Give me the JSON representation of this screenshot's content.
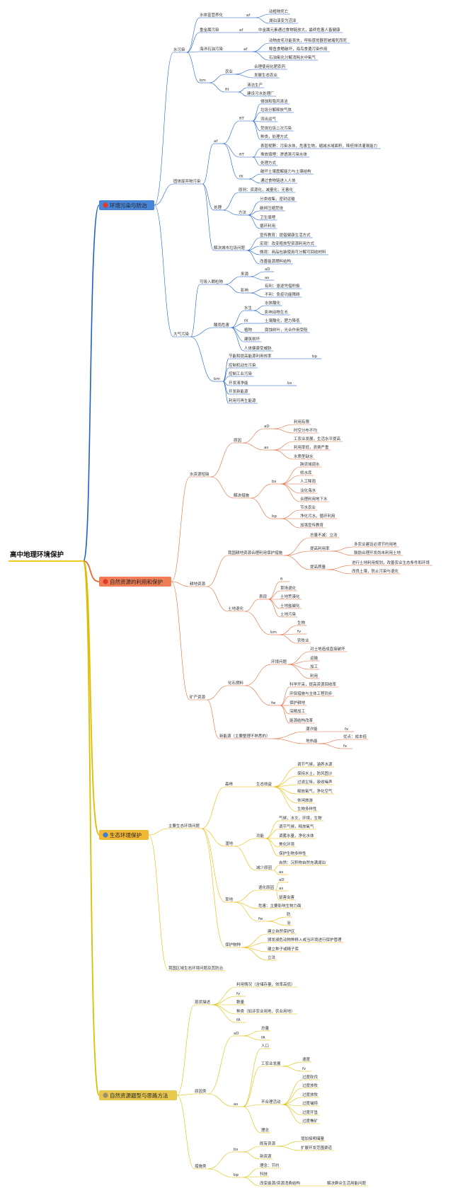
{
  "root": "高中地理环境保护",
  "branches": [
    {
      "label": "环境污染与防治",
      "box": "#4a86d8",
      "line": "#1f5fc8",
      "icon": "#e03a2a",
      "icon_name": "environment-icon"
    },
    {
      "label": "自然资源的利用和保护",
      "box": "#ef7d55",
      "line": "#e06a3c",
      "icon": "#e03a2a",
      "icon_name": "resource-icon"
    },
    {
      "label": "生态环境保护",
      "box": "#f0b833",
      "line": "#e8b800",
      "icon": "#3a7fd0",
      "icon_name": "ecology-icon"
    },
    {
      "label": "自然资源题型与思路方法",
      "box": "#e6c84e",
      "line": "#d9c000",
      "icon": "#9a8f6a",
      "icon_name": "method-icon"
    }
  ],
  "b1": {
    "water": "水污染",
    "eutro": "水体富营养化",
    "eutro_af": "af",
    "fish_death": "动植物死亡",
    "self_clean": "湖泊演变为沼泽",
    "heavy": "重金属污染",
    "heavy_af": "af",
    "heavy_chain": "中金属元素通过食物链放大，最终危害人畜健康",
    "oil": "海洋石油污染",
    "oil_af": "af",
    "oil_1": "动物皮毛功能丧失，呼吸感觉器官被堵死而死",
    "oil_2": "鲸鱼食鳍破坏，海鸟食遭污染作用",
    "oil_3": "石油氧化分解消耗水中氧气",
    "w_bm": "bm",
    "agri": "农业",
    "agri_1": "合理使用化肥农药",
    "agri_2": "发展生态农业",
    "w_fit": "fit",
    "fit_1": "清洁生产",
    "fit_2": "建设污水处理厂",
    "solid": "固体废弃物污染",
    "s_af": "af",
    "s_fit": "fiT",
    "s_fit_1": "侵蚀和隐风清洁",
    "s_fit_2": "垃圾分解释放气体",
    "s_fit_3": "流出运气",
    "s_fit_4": "焚烧垃圾二次污染",
    "s_fit_5": "种类，处理方式",
    "s_ft": "fiT",
    "s_ft_1": "表层视野：污染水体，危害生物，缩减水域面积，降低排洪灌溉能力",
    "s_ft_2": "堆放填埋：渗透清污染水体",
    "s_ft_3": "处理方式",
    "s_fx": "fX",
    "s_fx_1": "破坏土壤震解能力与土壤结构",
    "s_fx_2": "通过食物链进入人体",
    "treat": "处理",
    "principle": "原则：资源化，减量化，无害化",
    "method": "方法",
    "m1": "分类收集，密封运输",
    "m2": "破碎压缩焚烧",
    "m3": "卫生填埋",
    "m4": "循环利用",
    "city": "解决城市垃圾问题",
    "c1": "宣传教育：提倡健康生活方式",
    "c2": "宏观：改变粗放型资源利用方式",
    "c3": "微观：商品包装使用可分解可回收材料",
    "c4": "改善能源燃料结构",
    "air": "大气污染",
    "particle": "可吸入颗粒物",
    "source": "来源",
    "src_1": "aD",
    "src_2": "as",
    "effect": "影响",
    "eff_1": "有利：驱逐凭借积极",
    "eff_2": "不利：免疫功能障碍",
    "acid": "酸雨危害",
    "ac_water": "水生",
    "ac_w1": "水体酸化",
    "ac_w2": "影响动物生长",
    "ac_fx": "fX",
    "ac_fx1": "土壤酸化，肥力降低",
    "ac_plant": "植物",
    "ac_p1": "腐蚀树叶，光合作用受阻",
    "ac_bld": "建筑损坏",
    "ac_health": "人体健康受威胁",
    "a_bm": "bm",
    "abm_1": "节能和提高能源利用效率",
    "abm_1_bp": "bp",
    "abm_2": "控制机动车污染",
    "abm_3": "控制工业污染",
    "abm_4": "开发清净能",
    "abm_4_bs": "bs",
    "abm_5": "开发新能源",
    "abm_6": "利用可再生能源"
  },
  "b2": {
    "water_short": "水资源短缺",
    "cause": "原因",
    "c_aD": "aD",
    "c_aD_1": "利用有限",
    "c_aD_2": "时空分布不均",
    "c_as": "as",
    "c_as_1": "工农业发展，生活水平提高",
    "c_as_2": "利用率低，浪费严重",
    "c_as_3": "水质型缺水",
    "measure": "解决措施",
    "m_bs": "bs",
    "bs_1": "跨流域调水",
    "bs_2": "修水库",
    "bs_3": "人工降雨",
    "bs_4": "淡化海水",
    "bs_5": "合理利用地下水",
    "m_bp": "bp",
    "bp_1": "节水农业",
    "bp_2": "净化污水，循环利用",
    "bp_3": "加强宣传教育",
    "land": "耕地资源",
    "land_prot": "我国耕地资源合理利用保护措施",
    "total": "总量不减：立法",
    "rate": "提高利用率",
    "rate_1": "多农业建设必须节约用地",
    "rate_2": "鼓励合理开发尚未利用土地",
    "quality": "提高质量",
    "q_1": "进行土地利用规划，改善农业生态条件和环境",
    "q_2": "改良土壤，防止污染与退化",
    "degrade": "土地退化",
    "perf": "表现",
    "p_1": "fi",
    "p_2": "草场退化",
    "p_3": "土地荒漠化",
    "p_4": "土地盐碱化",
    "p_5": "土地污染",
    "d_bm": "bm",
    "bm_1": "生物",
    "bm_2": "fv",
    "bm_3": "农牧业",
    "mineral": "矿产资源",
    "fossil": "化石燃料",
    "env_issue": "环境问题",
    "e_1": "对土地造成直接破坏",
    "e_2": "运输",
    "e_3": "加工",
    "e_4": "利用",
    "f_fw": "fw",
    "fw_1": "科学开采，提高资源回收率",
    "fw_2": "环保措施与主体工程同步",
    "fw_3": "保护耕地",
    "fw_4": "深精加工",
    "fw_5": "能源结构改革",
    "new_en": "新能源（主要整理不熟悉的）",
    "tide": "潮汐能",
    "tide_fx": "fx",
    "geo": "地热能",
    "geo_1": "优点：成本低",
    "geo_2": "fx"
  },
  "b3": {
    "main": "主要生态环境问题",
    "forest": "森林",
    "f_eco": "生态效益",
    "fe_1": "调节气候，涵养水源",
    "fe_2": "保持水土，防风固沙",
    "fe_3": "过滤尘埃，吸收噪声",
    "fe_4": "释放氧气，净化空气",
    "fe_5": "休闲旅游",
    "fe_6": "生物多样性",
    "wet": "湿地",
    "w_func": "功能",
    "wf_1": "气候，水文，环境，生物",
    "wf_2": "调节气候，释放氧气",
    "wf_3": "调蓄水量，净化水体",
    "wf_4": "美化环境",
    "wf_5": "保护生物多样性",
    "w_reduce": "减少原因",
    "wr_1": "自然：沉积物自然充满湖泊",
    "wr_2": "as",
    "grass": "草地",
    "g_cause": "退化原因",
    "gc_1": "aD",
    "gc_2": "as",
    "gc_3": "鼠害虫害",
    "g_harm": "危害：主要影响生物力面",
    "g_fw": "fw",
    "gfw_1": "防",
    "gfw_2": "治",
    "species": "保护物种",
    "sp_1": "建立自然保护区",
    "sp_2": "颁发濒危动物种移入或当环境进行保护管理",
    "sp_3": "建立种子或精子库",
    "sp_4": "立法",
    "region": "我国区域生态环境问题及其防治"
  },
  "b4": {
    "status": "现状描述",
    "s_1": "利用情况（含储存量，效率高低）",
    "s_2": "fv",
    "s_3": "数量",
    "s_4": "种类（如评农业用地，农业用地）",
    "s_5": "fA",
    "cause": "原因类",
    "c_aD": "aD",
    "aD_1": "总量",
    "aD_2": "fA",
    "c_as": "as",
    "as_1": "人口",
    "as_ind": "工农业发展",
    "ind_1": "速度",
    "ind_2": "fv",
    "as_bad": "不合理活动",
    "bad_1": "过度砍伐",
    "bad_2": "过度放牧",
    "bad_3": "过度放牧",
    "bad_4": "过度捕捞",
    "bad_5": "过度开垦",
    "bad_6": "过度樵矿",
    "as_idea": "理念",
    "measures": "措施类",
    "m_bs": "bs",
    "bs_fix": "既有资源",
    "fix_1": "增加探明储量",
    "fix_2": "扩展开发范围渠道",
    "bs_new": "新资源",
    "m_bp": "bp",
    "bp_1": "理念：节约",
    "bp_2": "科技",
    "bp_3": "改变能源/资源消费结构",
    "bp_3_x": "解决群众生活用能问题"
  }
}
